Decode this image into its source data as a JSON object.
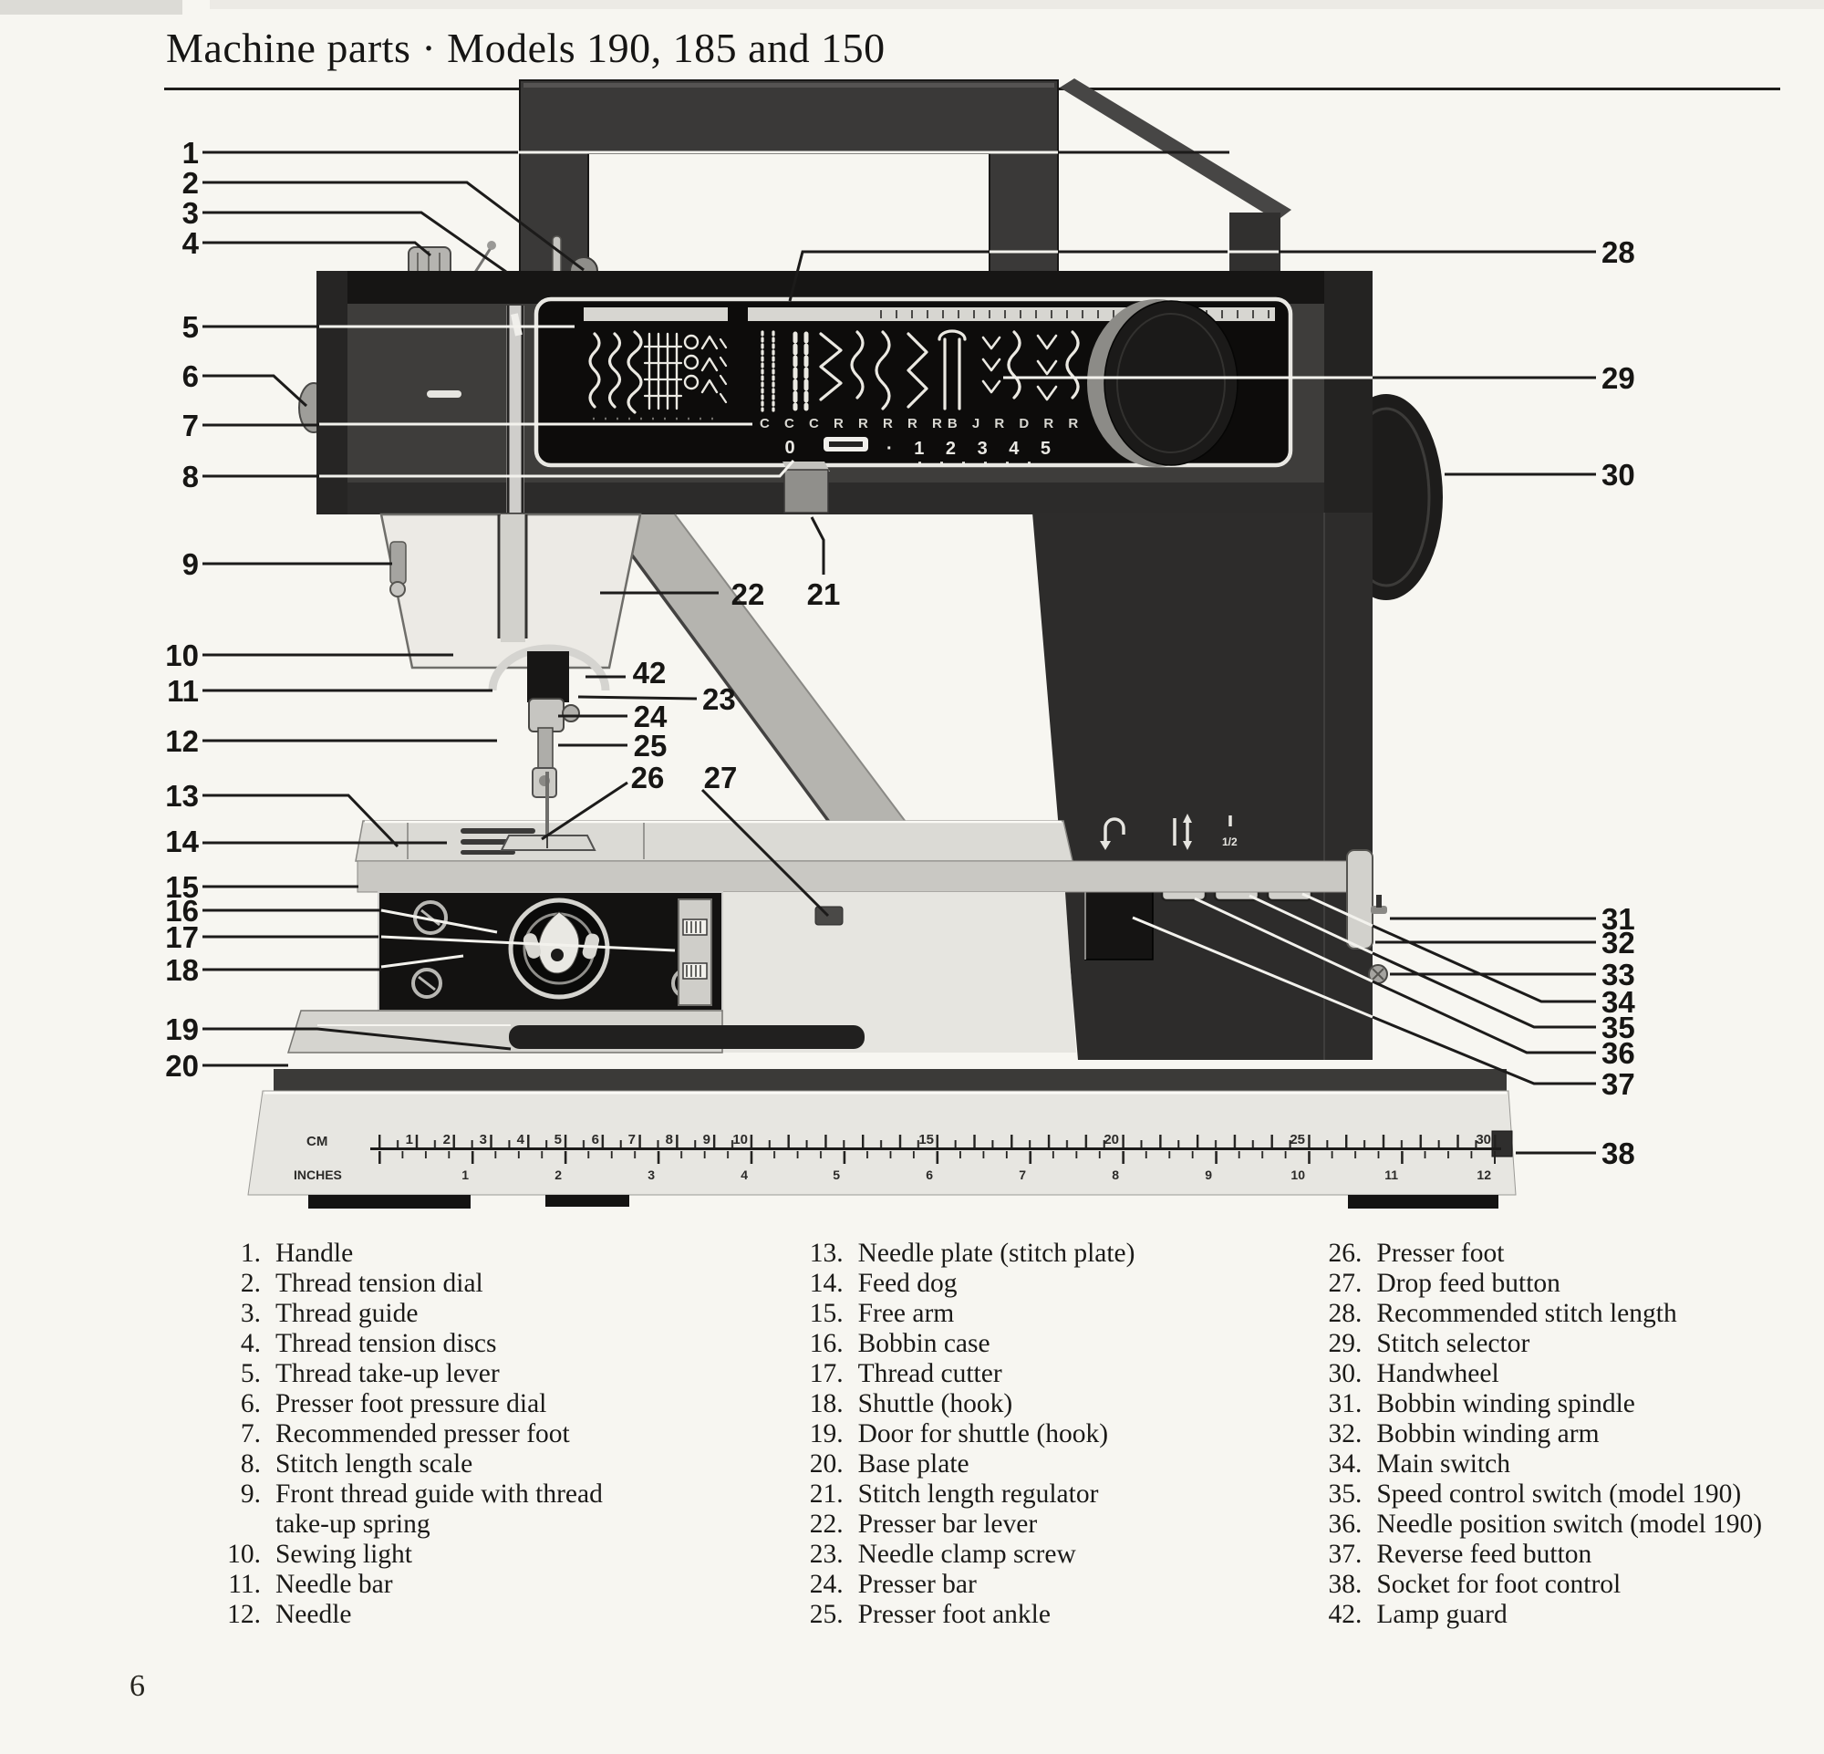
{
  "page": {
    "title": "Machine parts · Models 190, 185 and 150",
    "page_number": "6"
  },
  "diagram": {
    "callouts": [
      "1",
      "2",
      "3",
      "4",
      "5",
      "6",
      "7",
      "8",
      "9",
      "10",
      "11",
      "12",
      "13",
      "14",
      "15",
      "16",
      "17",
      "18",
      "19",
      "20",
      "21",
      "22",
      "23",
      "24",
      "25",
      "26",
      "27",
      "28",
      "29",
      "30",
      "31",
      "32",
      "33",
      "34",
      "35",
      "36",
      "37",
      "38",
      "42"
    ],
    "panel": {
      "letters_row": "C C C R R R R RB J R D R R",
      "zero": "0",
      "length_row": "· 1 2 3 4 5",
      "half": "1/2"
    },
    "ruler": {
      "cm_label": "CM",
      "inches_label": "INCHES",
      "cm_numbers": [
        "1",
        "2",
        "3",
        "4",
        "5",
        "6",
        "7",
        "8",
        "9",
        "10",
        "15",
        "20",
        "25",
        "30"
      ],
      "inch_numbers": [
        "1",
        "2",
        "3",
        "4",
        "5",
        "6",
        "7",
        "8",
        "9",
        "10",
        "11",
        "12"
      ]
    }
  },
  "parts": {
    "col1": [
      {
        "num": "1.",
        "label": "Handle"
      },
      {
        "num": "2.",
        "label": "Thread tension dial"
      },
      {
        "num": "3.",
        "label": "Thread guide"
      },
      {
        "num": "4.",
        "label": "Thread tension discs"
      },
      {
        "num": "5.",
        "label": "Thread take-up lever"
      },
      {
        "num": "6.",
        "label": "Presser foot pressure dial"
      },
      {
        "num": "7.",
        "label": "Recommended presser foot"
      },
      {
        "num": "8.",
        "label": "Stitch length scale"
      },
      {
        "num": "9.",
        "label": "Front thread guide with thread\ntake-up spring"
      },
      {
        "num": "10.",
        "label": "Sewing light"
      },
      {
        "num": "11.",
        "label": "Needle bar"
      },
      {
        "num": "12.",
        "label": "Needle"
      }
    ],
    "col2": [
      {
        "num": "13.",
        "label": "Needle plate (stitch plate)"
      },
      {
        "num": "14.",
        "label": "Feed dog"
      },
      {
        "num": "15.",
        "label": "Free arm"
      },
      {
        "num": "16.",
        "label": "Bobbin case"
      },
      {
        "num": "17.",
        "label": "Thread cutter"
      },
      {
        "num": "18.",
        "label": "Shuttle (hook)"
      },
      {
        "num": "19.",
        "label": "Door for shuttle (hook)"
      },
      {
        "num": "20.",
        "label": "Base plate"
      },
      {
        "num": "21.",
        "label": "Stitch length regulator"
      },
      {
        "num": "22.",
        "label": "Presser bar lever"
      },
      {
        "num": "23.",
        "label": "Needle clamp screw"
      },
      {
        "num": "24.",
        "label": "Presser bar"
      },
      {
        "num": "25.",
        "label": "Presser foot ankle"
      }
    ],
    "col3": [
      {
        "num": "26.",
        "label": "Presser foot"
      },
      {
        "num": "27.",
        "label": "Drop feed button"
      },
      {
        "num": "28.",
        "label": "Recommended stitch length"
      },
      {
        "num": "29.",
        "label": "Stitch selector"
      },
      {
        "num": "30.",
        "label": "Handwheel"
      },
      {
        "num": "31.",
        "label": "Bobbin winding spindle"
      },
      {
        "num": "32.",
        "label": "Bobbin winding arm"
      },
      {
        "num": "34.",
        "label": "Main switch"
      },
      {
        "num": "35.",
        "label": "Speed control switch (model 190)"
      },
      {
        "num": "36.",
        "label": "Needle position switch (model 190)"
      },
      {
        "num": "37.",
        "label": "Reverse feed button"
      },
      {
        "num": "38.",
        "label": "Socket for foot control"
      },
      {
        "num": "42.",
        "label": "Lamp guard"
      }
    ]
  }
}
